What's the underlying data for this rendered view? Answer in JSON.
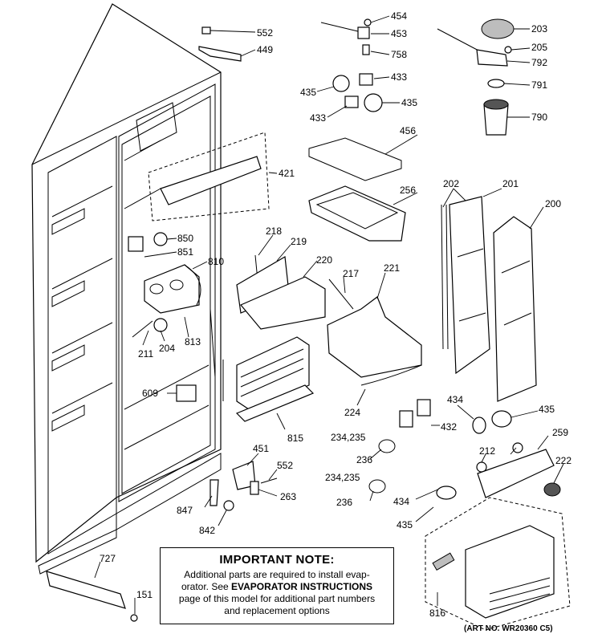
{
  "labels": [
    {
      "id": "552a",
      "text": "552"
    },
    {
      "id": "449",
      "text": "449"
    },
    {
      "id": "454",
      "text": "454"
    },
    {
      "id": "453",
      "text": "453"
    },
    {
      "id": "758",
      "text": "758"
    },
    {
      "id": "435a",
      "text": "435"
    },
    {
      "id": "433a",
      "text": "433"
    },
    {
      "id": "433b",
      "text": "433"
    },
    {
      "id": "435b",
      "text": "435"
    },
    {
      "id": "203",
      "text": "203"
    },
    {
      "id": "205",
      "text": "205"
    },
    {
      "id": "792",
      "text": "792"
    },
    {
      "id": "791",
      "text": "791"
    },
    {
      "id": "790",
      "text": "790"
    },
    {
      "id": "456",
      "text": "456"
    },
    {
      "id": "256",
      "text": "256"
    },
    {
      "id": "421",
      "text": "421"
    },
    {
      "id": "202",
      "text": "202"
    },
    {
      "id": "201",
      "text": "201"
    },
    {
      "id": "200",
      "text": "200"
    },
    {
      "id": "850",
      "text": "850"
    },
    {
      "id": "851",
      "text": "851"
    },
    {
      "id": "810",
      "text": "810"
    },
    {
      "id": "218",
      "text": "218"
    },
    {
      "id": "219",
      "text": "219"
    },
    {
      "id": "220",
      "text": "220"
    },
    {
      "id": "217",
      "text": "217"
    },
    {
      "id": "221",
      "text": "221"
    },
    {
      "id": "211",
      "text": "211"
    },
    {
      "id": "204",
      "text": "204"
    },
    {
      "id": "813",
      "text": "813"
    },
    {
      "id": "609",
      "text": "609"
    },
    {
      "id": "224",
      "text": "224"
    },
    {
      "id": "434a",
      "text": "434"
    },
    {
      "id": "435c",
      "text": "435"
    },
    {
      "id": "432",
      "text": "432"
    },
    {
      "id": "815",
      "text": "815"
    },
    {
      "id": "234a",
      "text": "234,235"
    },
    {
      "id": "236a",
      "text": "236"
    },
    {
      "id": "451",
      "text": "451"
    },
    {
      "id": "552b",
      "text": "552"
    },
    {
      "id": "263",
      "text": "263"
    },
    {
      "id": "847",
      "text": "847"
    },
    {
      "id": "842",
      "text": "842"
    },
    {
      "id": "234b",
      "text": "234,235"
    },
    {
      "id": "236b",
      "text": "236"
    },
    {
      "id": "434b",
      "text": "434"
    },
    {
      "id": "435d",
      "text": "435"
    },
    {
      "id": "212",
      "text": "212"
    },
    {
      "id": "259",
      "text": "259"
    },
    {
      "id": "222",
      "text": "222"
    },
    {
      "id": "727",
      "text": "727"
    },
    {
      "id": "151",
      "text": "151"
    },
    {
      "id": "816",
      "text": "816"
    }
  ],
  "note": {
    "title": "IMPORTANT NOTE:",
    "line1": "Additional parts are required to install evap-",
    "line2_pre": "orator.  See ",
    "line2_bold": "EVAPORATOR INSTRUCTIONS",
    "line3": "page of this model for additional part numbers",
    "line4": "and replacement options"
  },
  "art_number": "(ART NO. WR20360 C5)"
}
